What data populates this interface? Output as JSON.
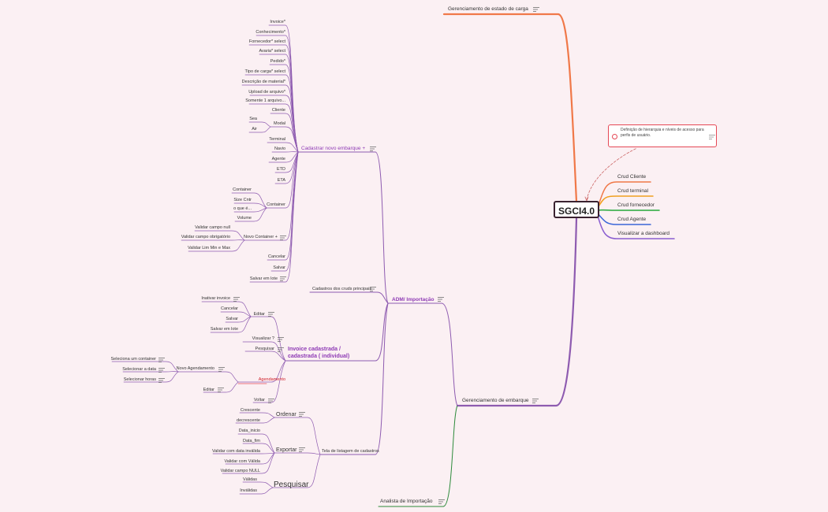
{
  "central": "SGCI4.0",
  "callout": "Definição de hierarquia e níveis de acesso para perfis de usuário.",
  "right_branches": [
    "Crud Cliente",
    "Crud terminal",
    "Crud fornecedor",
    "Crud Agente",
    "Visualizar a dashboard"
  ],
  "branch_colors": {
    "top": "#f07848",
    "crud_cliente": "#24a83a",
    "crud_terminal": "#24a83a",
    "crud_fornecedor": "#24a83a",
    "crud_agente": "#24a83a",
    "dashboard": "#6a5fc0",
    "embarque": "#8e5bb0",
    "analista": "#2c8a3a",
    "accent_red": "#e54855"
  },
  "top_branch": "Gerenciamento de estado de carga",
  "embarque": {
    "label": "Gerenciamento de embarque",
    "adm": {
      "label": "ADM/ Importação",
      "cadastrar": {
        "label": "Cadastrar novo embarque +",
        "fields": [
          "Invoice*",
          "Conhecimento*",
          "Fornecedor* select",
          "Avaria* select",
          "Pedido*",
          "Tipo de carga* select",
          "Descrição de material*",
          "Upload de arquivo*",
          "Somente 1 arquivo..."
        ],
        "cliente": "Cliente",
        "modal": {
          "label": "Modal",
          "children": [
            "Sea",
            "Air"
          ]
        },
        "fields2": [
          "Terminal",
          "Navio",
          "Agente",
          "ETD",
          "ETA"
        ],
        "container": {
          "label": "Container",
          "children": [
            "Container",
            "Size Cntr",
            "o que é...",
            "Volume"
          ]
        },
        "novo_container": {
          "label": "Novo Container +",
          "children": [
            "Validar campo null",
            "Validar campo obrigatório",
            "Validar Lim Min e Max"
          ]
        },
        "actions": [
          "Cancelar",
          "Salvar",
          "Salvar em lote"
        ]
      },
      "cadastros": "Cadastros dos cruds principais",
      "invoice": {
        "label": "Invoice cadastrada / cadastrada ( individual)",
        "editar": {
          "label": "Editar",
          "children": [
            "Inativar invoice",
            "Cancelar",
            "Salvar",
            "Salvar em lote"
          ]
        },
        "visualizar": "Visualizar ?",
        "pesquisar": "Pesquisar",
        "agendamento": {
          "label": "Agendamento",
          "novo": {
            "label": "Novo Agendamento",
            "children": [
              "Seleciona um container",
              "Selecionar a data",
              "Selecionar horas"
            ]
          },
          "editar": "Editar"
        },
        "voltar": "Voltar"
      },
      "listagem": {
        "label": "Tela de listagem de cadastros",
        "ordenar": {
          "label": "Ordenar",
          "children": [
            "Crescente",
            "decrescente"
          ]
        },
        "exportar": {
          "label": "Exportar",
          "children": [
            "Data_inicio",
            "Data_fim",
            "Validar com data inválida",
            "Validar com Válida",
            "Validar campo NULL"
          ]
        },
        "pesquisar": {
          "label": "Pesquisar",
          "children": [
            "Válidas",
            "Inválidas"
          ]
        }
      }
    },
    "analista": "Analista de Importação"
  }
}
